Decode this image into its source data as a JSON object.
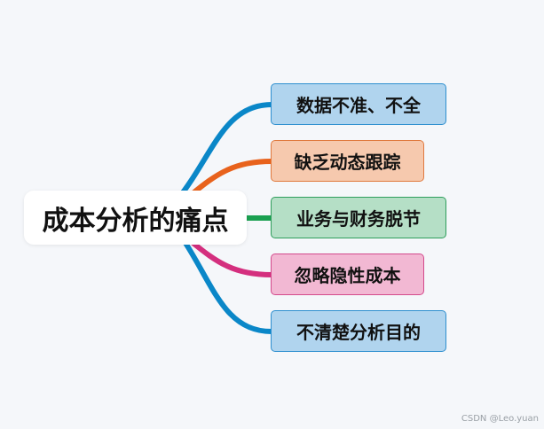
{
  "mindmap": {
    "root": {
      "label": "成本分析的痛点"
    },
    "branches": [
      {
        "label": "数据不准、不全",
        "color": "#0a87c8",
        "fill": "#b0d4ee",
        "border": "#2e8fcf"
      },
      {
        "label": "缺乏动态跟踪",
        "color": "#e8621c",
        "fill": "#f6c9ae",
        "border": "#e07a3f"
      },
      {
        "label": "业务与财务脱节",
        "color": "#1aa050",
        "fill": "#b5dfc6",
        "border": "#2f9e5c"
      },
      {
        "label": "忽略隐性成本",
        "color": "#d42f7e",
        "fill": "#f2b8d3",
        "border": "#d34a8c"
      },
      {
        "label": "不清楚分析目的",
        "color": "#0a87c8",
        "fill": "#b0d4ee",
        "border": "#2e8fcf"
      }
    ]
  },
  "watermark": "CSDN @Leo.yuan"
}
